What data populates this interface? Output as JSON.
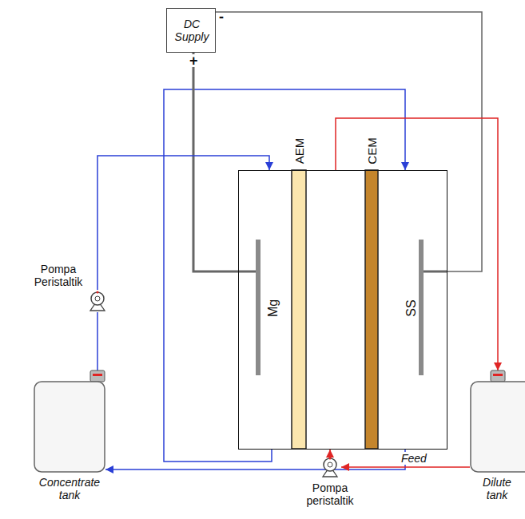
{
  "diagram": {
    "nodes": [
      {
        "text": [
          "DC Supply"
        ]
      },
      {
        "text": [
          "AEM",
          "CEM",
          "Mg",
          "SS"
        ]
      },
      {
        "text": [
          "Pompa Peristaltik"
        ]
      },
      {
        "text": [
          "Concentrate tank"
        ]
      },
      {
        "text": [
          "Pompa peristaltik"
        ]
      },
      {
        "text": [
          "Dilute tank"
        ]
      }
    ],
    "edges": [
      {
        "from": 0,
        "to": 1,
        "arrow": "none"
      },
      {
        "from": 0,
        "to": 1,
        "arrow": "none"
      },
      {
        "from": 3,
        "to": 2,
        "arrow": "none"
      },
      {
        "from": 2,
        "to": 1,
        "arrow": "to"
      },
      {
        "from": 1,
        "to": 3,
        "arrow": "to"
      },
      {
        "from": 5,
        "to": 4,
        "label": "Feed",
        "arrow": "to"
      },
      {
        "from": 4,
        "to": 1,
        "arrow": "to"
      },
      {
        "from": 1,
        "to": 5,
        "arrow": "to"
      }
    ],
    "labels": [
      "-",
      "+"
    ]
  }
}
